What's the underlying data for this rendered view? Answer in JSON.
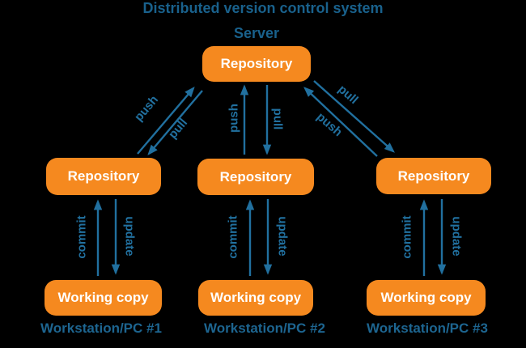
{
  "title": "Distributed version control system",
  "server": {
    "caption": "Server",
    "node_label": "Repository"
  },
  "server_edges": {
    "left": {
      "push": "push",
      "pull": "pull"
    },
    "middle": {
      "push": "push",
      "pull": "pull"
    },
    "right": {
      "push": "push",
      "pull": "pull"
    }
  },
  "columns": [
    {
      "repo_label": "Repository",
      "working_copy_label": "Working copy",
      "workstation_label": "Workstation/PC #1",
      "commit_label": "commit",
      "update_label": "update"
    },
    {
      "repo_label": "Repository",
      "working_copy_label": "Working copy",
      "workstation_label": "Workstation/PC #2",
      "commit_label": "commit",
      "update_label": "update"
    },
    {
      "repo_label": "Repository",
      "working_copy_label": "Working copy",
      "workstation_label": "Workstation/PC #3",
      "commit_label": "commit",
      "update_label": "update"
    }
  ],
  "colors": {
    "background": "#000000",
    "node_fill": "#f5891f",
    "node_text": "#ffffff",
    "heading_text": "#19618c",
    "arrow": "#21709f"
  }
}
